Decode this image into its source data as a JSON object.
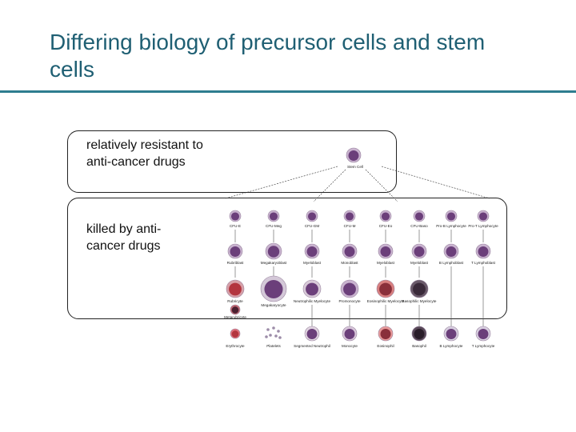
{
  "slide": {
    "title": "Differing biology of precursor cells and stem cells"
  },
  "boxes": {
    "top_label": "relatively resistant to anti-cancer drugs",
    "bottom_label": "killed by anti-cancer drugs"
  },
  "figure": {
    "stem_cell_label": "Stem Cell",
    "progenitors": [
      "CFU-E",
      "CFU-Meg",
      "CFU-GM",
      "CFU-M",
      "CFU-Eo",
      "CFU-Baso",
      "Pro-B Lymphocyte",
      "Pro-T Lymphocyte"
    ],
    "blasts": [
      "Rubriblast",
      "Megakaryoblast",
      "Myeloblast",
      "Monoblast",
      "Myeloblast",
      "Myeloblast",
      "B Lymphoblast",
      "T Lymphoblast"
    ],
    "intermediates": [
      "Rubricyte",
      "Megakaryocyte",
      "Neutrophilic Myelocyte",
      "Promonocyte",
      "Eosinophilic Myelocyte",
      "Basophilic Myelocyte"
    ],
    "pre_mature": [
      "Metarubricyte"
    ],
    "mature": [
      "Erythrocyte",
      "Platelets",
      "Segmented Neutrophil",
      "Monocyte",
      "Eosinophil",
      "Basophil",
      "B Lymphocyte",
      "T Lymphocyte"
    ]
  },
  "colors": {
    "title": "#1f5f73",
    "rule": "#2e7d8f",
    "cell_purple": "#6b3f7a",
    "cell_cytoplasm": "#c9b3cf",
    "erythro": "#b3353f",
    "eosin": "#d98080"
  }
}
